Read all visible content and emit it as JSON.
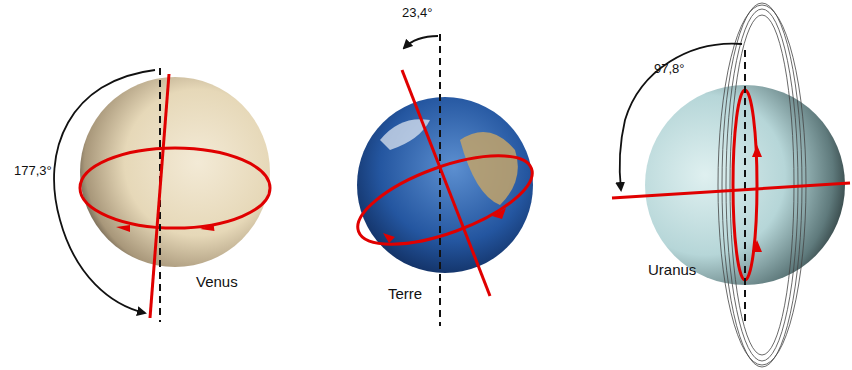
{
  "diagram": {
    "labels": [
      "177,3°",
      "Venus",
      "23,4°",
      "Terre",
      "97,8°",
      "Uranus"
    ]
  }
}
